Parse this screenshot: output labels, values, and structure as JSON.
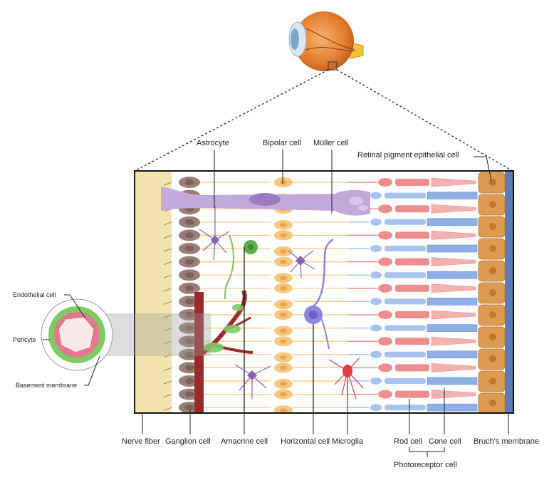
{
  "labels": {
    "astrocyte": "Astrocyte",
    "bipolar_cell": "Bipolar cell",
    "muller_cell": "Müller cell",
    "rpe_cell": "Retinal pigment epithelial cell",
    "endothelial_cell": "Endothelial cell",
    "pericyte": "Pericyte",
    "basement_membrane": "Basement membrane",
    "nerve_fiber": "Nerve fiber",
    "ganglion_cell": "Ganglion cell",
    "amacrine_cell": "Amacrine cell",
    "horizontal_cell": "Horizontal cell",
    "microglia": "Microglia",
    "rod_cell": "Rod cell",
    "cone_cell": "Cone cell",
    "bruchs_membrane": "Bruch's membrane",
    "photoreceptor_cell": "Photoreceptor cell"
  },
  "colors": {
    "nerve_fiber": "#f3e3ad",
    "ganglion": "#9a7f76",
    "bipolar": "#f6c77d",
    "muller": "#c3a8da",
    "astrocyte": "#8a63b5",
    "amacrine": "#8a63b5",
    "horizontal": "#8d86e0",
    "microglia": "#e23b40",
    "vessel": "#9b2b2b",
    "pericyte": "#66bb55",
    "rod": "#a8c4ee",
    "cone": "#ee8d8d",
    "rpe": "#dc9b50",
    "bruch": "#5d7bb7"
  },
  "icons": [
    "eyeball-icon"
  ]
}
